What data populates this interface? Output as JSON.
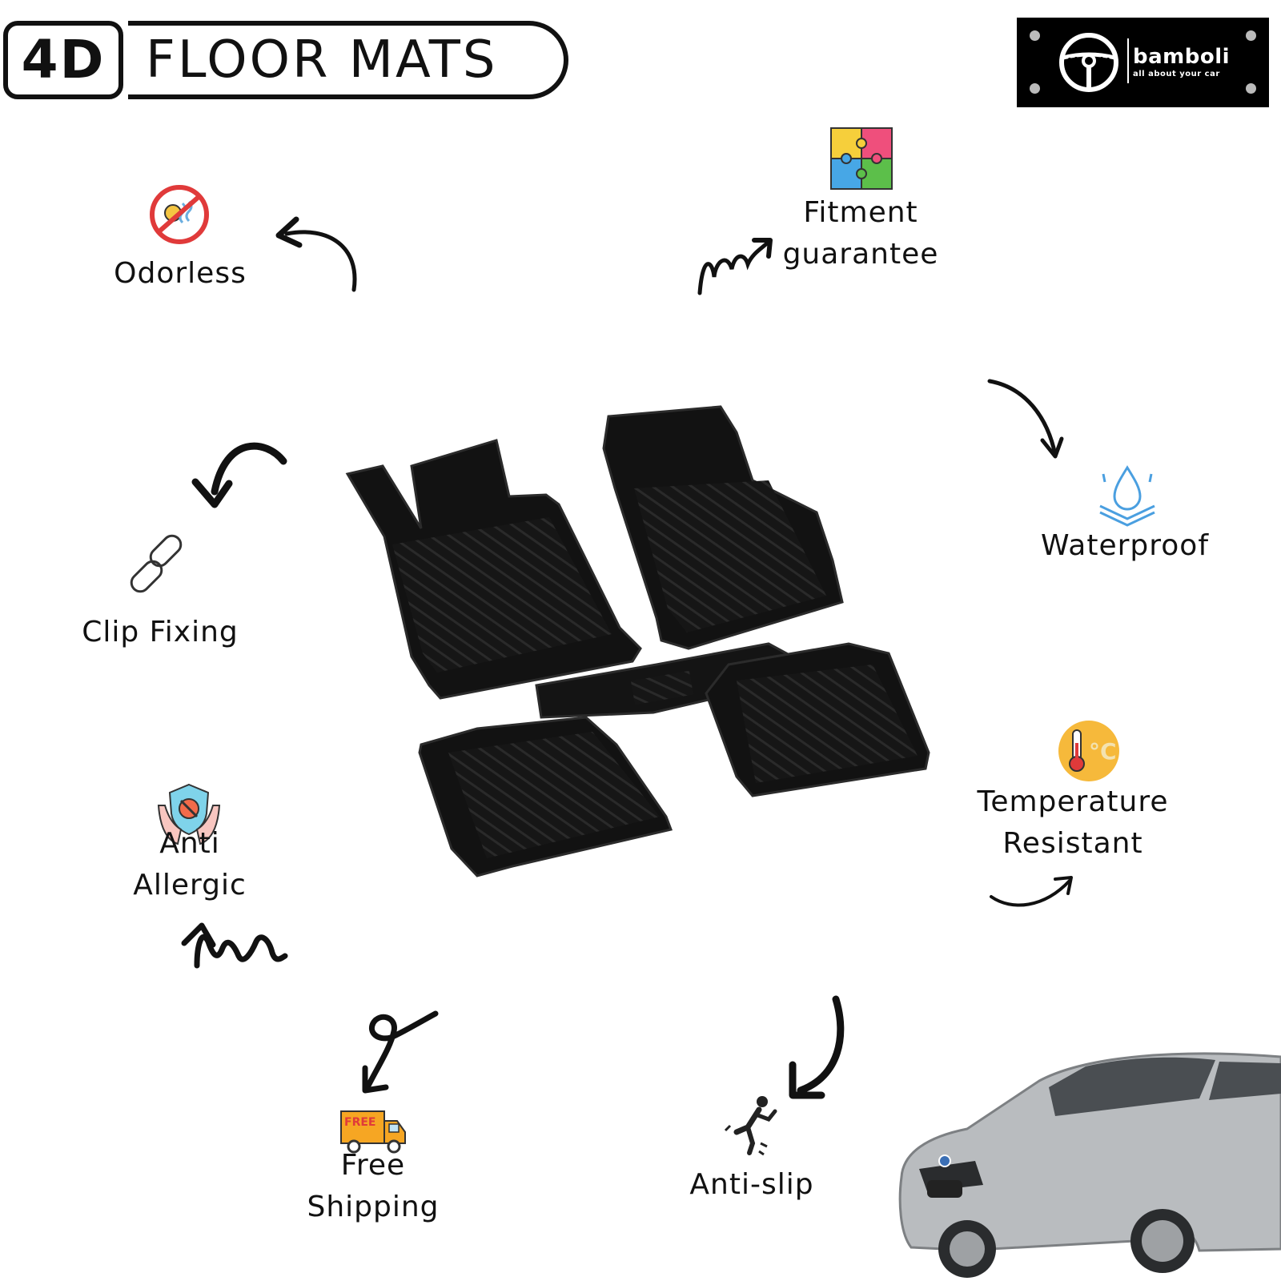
{
  "header": {
    "badge": "4D",
    "title": "FLOOR MATS"
  },
  "brand": {
    "name": "bamboli",
    "tagline": "all about your car"
  },
  "features": [
    {
      "id": "odorless",
      "label": "Odorless",
      "icon": "no-odor-icon"
    },
    {
      "id": "fitment",
      "label": "Fitment guarantee",
      "icon": "puzzle-icon"
    },
    {
      "id": "waterproof",
      "label": "Waterproof",
      "icon": "water-drop-icon"
    },
    {
      "id": "clip",
      "label": "Clip Fixing",
      "icon": "chain-link-icon"
    },
    {
      "id": "temperature",
      "label": "Temperature Resistant",
      "icon": "thermometer-icon"
    },
    {
      "id": "allergic",
      "label": "Anti Allergic",
      "icon": "shield-hands-icon"
    },
    {
      "id": "shipping",
      "label": "Free Shipping",
      "icon": "delivery-truck-icon"
    },
    {
      "id": "antislip",
      "label": "Anti-slip",
      "icon": "slipping-person-icon"
    }
  ],
  "truck_text": "FREE",
  "colors": {
    "ink": "#111111",
    "mat": "#141414",
    "car": "#b9bcbf",
    "brand_bg": "#000000"
  }
}
